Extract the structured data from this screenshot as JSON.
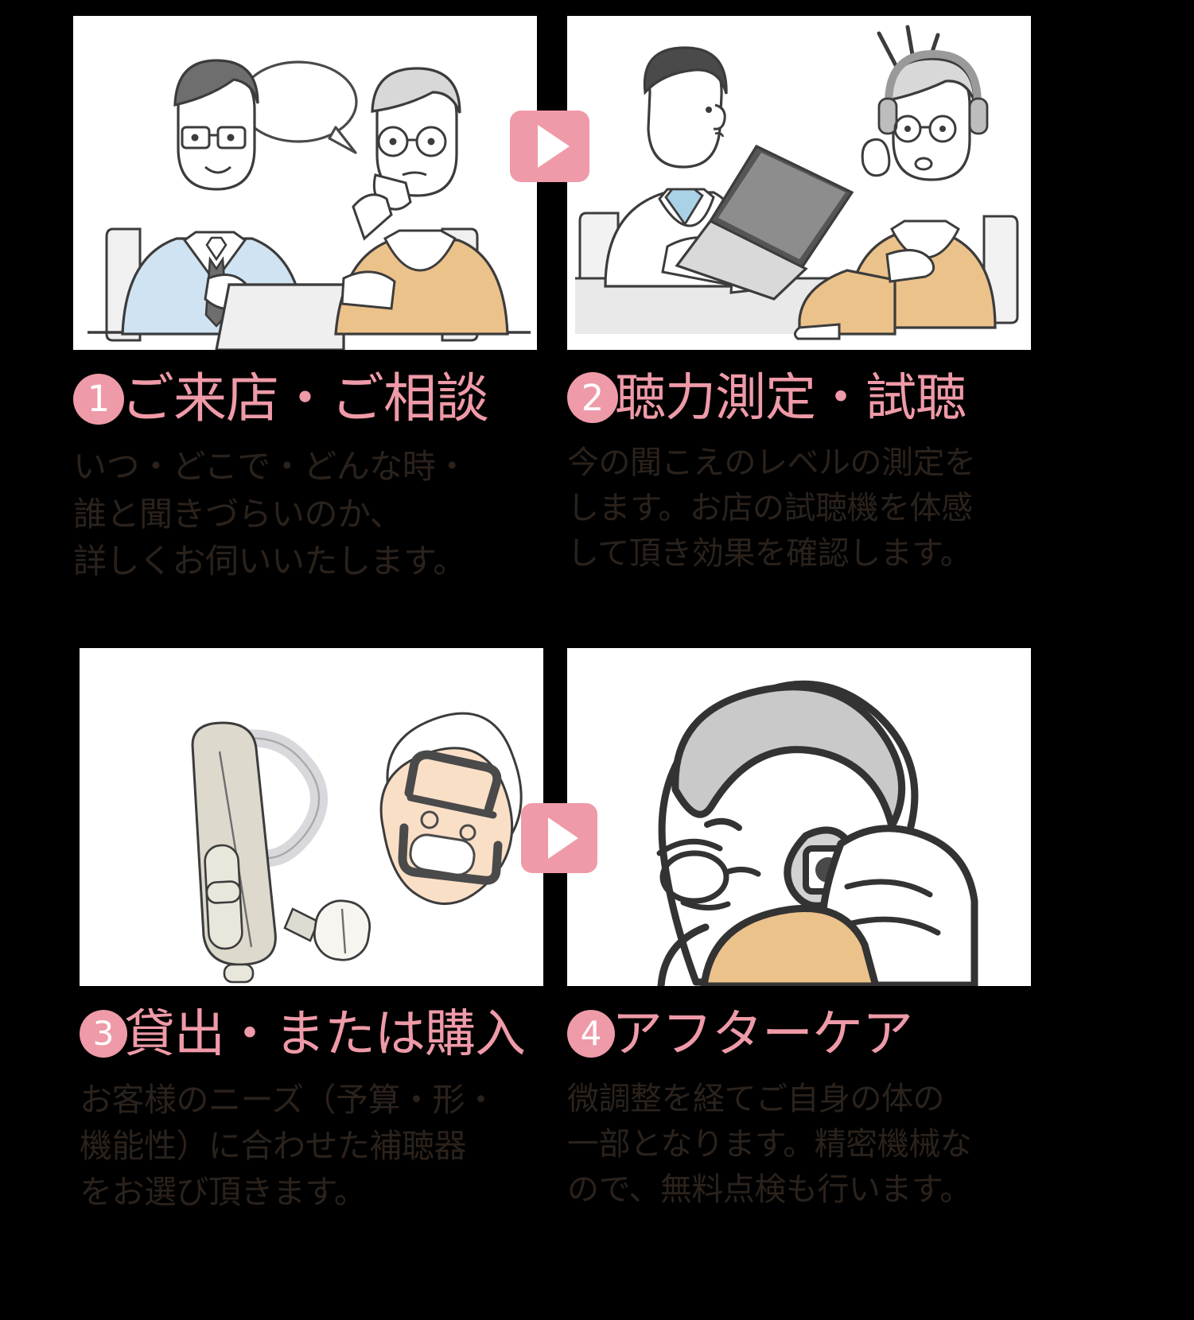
{
  "theme": {
    "background": "#000000",
    "accent_pink": "#ef9aa8",
    "panel_bg": "#ffffff",
    "body_text": "#2b221c"
  },
  "steps": [
    {
      "number": "1",
      "title": "ご来店・ご相談",
      "body_lines": [
        "いつ・どこで・どんな時・",
        "誰と聞きづらいのか、",
        "詳しくお伺いいたします。"
      ],
      "illustration": "consultation-staff-and-customer-at-desk-with-laptop"
    },
    {
      "number": "2",
      "title": "聴力測定・試聴",
      "body_lines": [
        "今の聞こえのレベルの測定を",
        "します。お店の試聴機を体感",
        "して頂き効果を確認します。"
      ],
      "illustration": "hearing-test-customer-with-headphones-and-staff-at-laptop"
    },
    {
      "number": "3",
      "title": "貸出・または購入",
      "body_lines": [
        "お客様のニーズ（予算・形・",
        "機能性）に合わせた補聴器",
        "をお選び頂きます。"
      ],
      "illustration": "hearing-aid-devices-bte-and-ite"
    },
    {
      "number": "4",
      "title": "アフターケア",
      "body_lines": [
        "微調整を経てご自身の体の",
        "一部となります。精密機械な",
        "ので、無料点検も行います。"
      ],
      "illustration": "fitting-hearing-aid-onto-customer-ear"
    }
  ],
  "arrows": [
    {
      "name": "arrow-step1-to-step2",
      "glyph": "▶"
    },
    {
      "name": "arrow-step3-to-step4",
      "glyph": "▶"
    }
  ]
}
